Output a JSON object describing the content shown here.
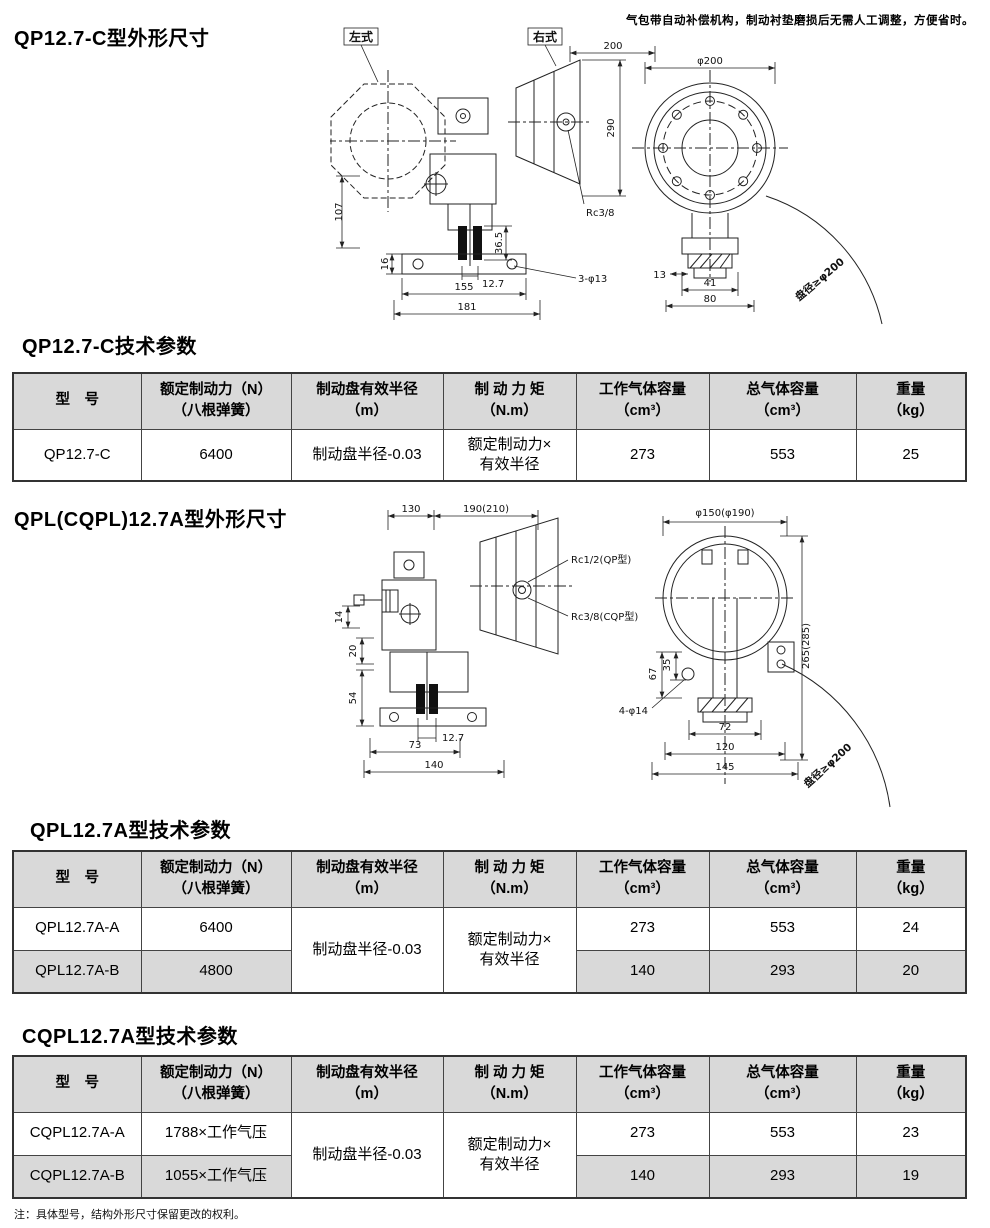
{
  "page": {
    "top_note": "气包带自动补偿机构，制动衬垫磨损后无需人工调整，方便省时。",
    "footer_note": "注：具体型号，结构外形尺寸保留更改的权利。"
  },
  "sections": {
    "s1_title": "QP12.7-C型外形尺寸",
    "s2_title": "QP12.7-C技术参数",
    "s3_title": "QPL(CQPL)12.7A型外形尺寸",
    "s4_title": "QPL12.7A型技术参数",
    "s5_title": "CQPL12.7A型技术参数"
  },
  "table_headers": {
    "col1": "型　号",
    "col2a": "额定制动力（N）",
    "col2b": "（八根弹簧）",
    "col3a": "制动盘有效半径",
    "col3b": "（m）",
    "col4a": "制 动 力 矩",
    "col4b": "（N.m）",
    "col5a": "工作气体容量",
    "col5b": "（cm³）",
    "col6a": "总气体容量",
    "col6b": "（cm³）",
    "col7a": "重量",
    "col7b": "（kg）"
  },
  "table1": {
    "row": {
      "model": "QP12.7-C",
      "force": "6400",
      "radius": "制动盘半径-0.03",
      "torque_line1": "额定制动力×",
      "torque_line2": "有效半径",
      "work_volume": "273",
      "total_volume": "553",
      "weight": "25"
    }
  },
  "table2": {
    "radius": "制动盘半径-0.03",
    "torque_line1": "额定制动力×",
    "torque_line2": "有效半径",
    "rows": [
      {
        "model": "QPL12.7A-A",
        "force": "6400",
        "work_volume": "273",
        "total_volume": "553",
        "weight": "24"
      },
      {
        "model": "QPL12.7A-B",
        "force": "4800",
        "work_volume": "140",
        "total_volume": "293",
        "weight": "20"
      }
    ]
  },
  "table3": {
    "radius": "制动盘半径-0.03",
    "torque_line1": "额定制动力×",
    "torque_line2": "有效半径",
    "rows": [
      {
        "model": "CQPL12.7A-A",
        "force": "1788×工作气压",
        "work_volume": "273",
        "total_volume": "553",
        "weight": "23"
      },
      {
        "model": "CQPL12.7A-B",
        "force": "1055×工作气压",
        "work_volume": "140",
        "total_volume": "293",
        "weight": "19"
      }
    ]
  },
  "drawing1": {
    "label_left": "左式",
    "label_right": "右式",
    "dim_200": "200",
    "dia_200": "φ200",
    "dim_290": "290",
    "port": "Rc3/8",
    "dim_107": "107",
    "dim_36_5": "36.5",
    "dim_16": "16",
    "dim_12_7": "12.7",
    "dim_155": "155",
    "dim_181": "181",
    "holes": "3-φ13",
    "dim_13": "13",
    "dim_41": "41",
    "dim_80": "80",
    "disc_note": "盘径≥φ200"
  },
  "drawing2": {
    "dim_130": "130",
    "dim_190": "190(210)",
    "dia_150": "φ150(φ190)",
    "port_qp": "Rc1/2(QP型)",
    "port_cqp": "Rc3/8(CQP型)",
    "dim_14": "14",
    "dim_20": "20",
    "dim_54": "54",
    "dim_12_7": "12.7",
    "dim_73": "73",
    "dim_140": "140",
    "dim_265": "265(285)",
    "dim_67": "67",
    "dim_35": "35",
    "holes": "4-φ14",
    "dim_72": "72",
    "dim_120": "120",
    "dim_145": "145",
    "disc_note": "盘径≥φ200"
  }
}
